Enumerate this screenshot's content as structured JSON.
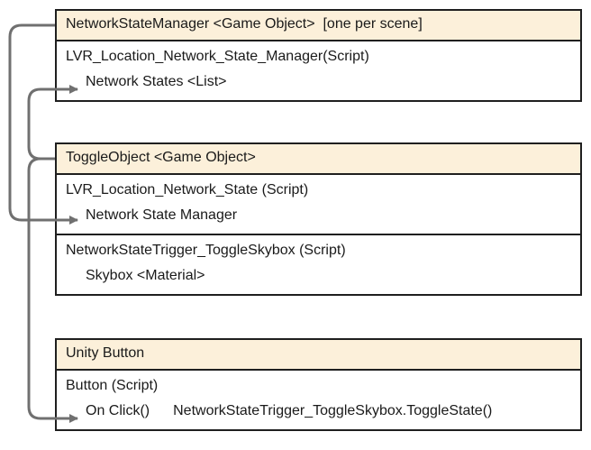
{
  "boxes": {
    "network_state_manager": {
      "header": "NetworkStateManager <Game Object>  [one per scene]",
      "script": "LVR_Location_Network_State_Manager(Script)",
      "field": "Network States <List>"
    },
    "toggle_object": {
      "header": "ToggleObject <Game Object>",
      "script1": "LVR_Location_Network_State (Script)",
      "field1": "Network State Manager",
      "script2": "NetworkStateTrigger_ToggleSkybox (Script)",
      "field2": "Skybox <Material>"
    },
    "unity_button": {
      "header": "Unity Button",
      "script": "Button (Script)",
      "field_label": "On Click()",
      "field_value": "NetworkStateTrigger_ToggleSkybox.ToggleState()"
    }
  },
  "colors": {
    "header_fill": "#fcf0da",
    "border": "#1f1f1f",
    "connector": "#707070"
  }
}
